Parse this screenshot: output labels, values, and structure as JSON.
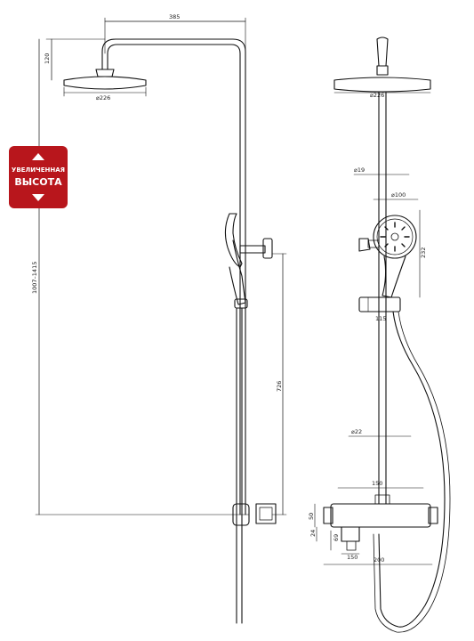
{
  "badge": {
    "line1": "УВЕЛИЧЕННАЯ",
    "line2": "ВЫСОТА",
    "color": "#b8161c"
  },
  "dims_side": {
    "width_385": "385",
    "height_120": "120",
    "dia_226": "⌀226",
    "total_height": "1007–1415",
    "slide_726": "726"
  },
  "dims_front": {
    "dia_226": "⌀226",
    "dia_19": "⌀19",
    "dia_100": "⌀100",
    "h_232": "232",
    "w_115": "115",
    "dia_22": "⌀22",
    "w_150": "150",
    "h_50": "50",
    "h_24": "24",
    "h_69": "69",
    "w_150c": "150",
    "w_200": "200"
  }
}
